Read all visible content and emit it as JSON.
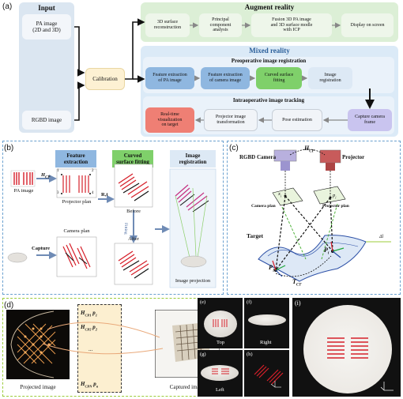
{
  "panel_labels": {
    "a": "(a)",
    "b": "(b)",
    "c": "(c)",
    "d": "(d)",
    "e": "(e)",
    "f": "(f)",
    "g": "(g)",
    "h": "(h)",
    "i": "(i)"
  },
  "panel_a": {
    "input_title": "Input",
    "pa_image": "PA image\n(2D and 3D)",
    "rgbd_image": "RGBD image",
    "calibration": "Calibration",
    "augment_title": "Augment reality",
    "augment_steps": [
      "3D surface\nreconstruction",
      "Principal\ncomponent\nanalysis",
      "Fusion 3D PA image\nand 3D surface modle\nwith ICP",
      "Display on screen"
    ],
    "mixed_title": "Mixed reality",
    "preop_title": "Preoperative image registration",
    "preop_steps": [
      "Feature extraction\nof PA image",
      "Feature extraction\nof camera image",
      "Curved surface\nfitting",
      "Image\nregistration"
    ],
    "intraop_title": "Intraoperative image tracking",
    "intraop_steps": [
      "Real-time\nvisualization\non target",
      "Projector image\ntransformation",
      "Pose estimation",
      "Capture camera\nframe"
    ]
  },
  "panel_b": {
    "header_feature": "Feature\nextraction",
    "header_curved": "Curved\nsurface fitting",
    "header_registration": "Image\nregistration",
    "pa_image": "PA image",
    "hcp": "H",
    "hcp_sub": "CP",
    "projector_plan": "Projector plan",
    "camera_plan": "Camera plan",
    "capture": "Capture",
    "before": "Before",
    "after": "After",
    "fitting": "Fitting",
    "rt": "R,t",
    "image_projection": "Image projection",
    "corner_labels": [
      "1",
      "2",
      "3",
      "4"
    ]
  },
  "panel_c": {
    "rgbd_camera": "RGBD Camera",
    "projector": "Projector",
    "hcp": "H",
    "hcp_sub": "CP",
    "camera_plan": "Camera plan",
    "projector_plan": "Projector plan",
    "xc": "x",
    "xc_sub": "i",
    "pi_small": "p",
    "pi_small_sub": "i",
    "target": "Target",
    "p1": "P",
    "p1_sub": "1",
    "pi": "P",
    "pi_sub": "i",
    "tct": "T",
    "tct_sub": "CT",
    "delta": "Δl"
  },
  "panel_d": {
    "projected_image": "Projected image",
    "captured_image": "Captured image",
    "homographies": [
      {
        "h": "H",
        "sub": "CP1",
        "p": "p",
        "psub": "1"
      },
      {
        "h": "H",
        "sub": "CP2",
        "p": "p",
        "psub": "2"
      },
      {
        "h": "...",
        "sub": "",
        "p": "",
        "psub": ""
      },
      {
        "h": "H",
        "sub": "CPN",
        "p": "p",
        "psub": "n"
      }
    ]
  },
  "panel_e": {
    "label": "Top"
  },
  "panel_f": {
    "label": "Right"
  },
  "panel_g": {
    "label": "Left"
  },
  "colors": {
    "input_bg": "#dbe6f1",
    "calib_bg": "#fdf1d3",
    "augment_bg": "#dcefd6",
    "mixed_bg": "#dbeaf7",
    "blue_step": "#8fb7e0",
    "green_step": "#7fd06a",
    "capture_step": "#c9c4ef",
    "realtime_step": "#ef7f74",
    "red_mark": "#d6202a"
  }
}
